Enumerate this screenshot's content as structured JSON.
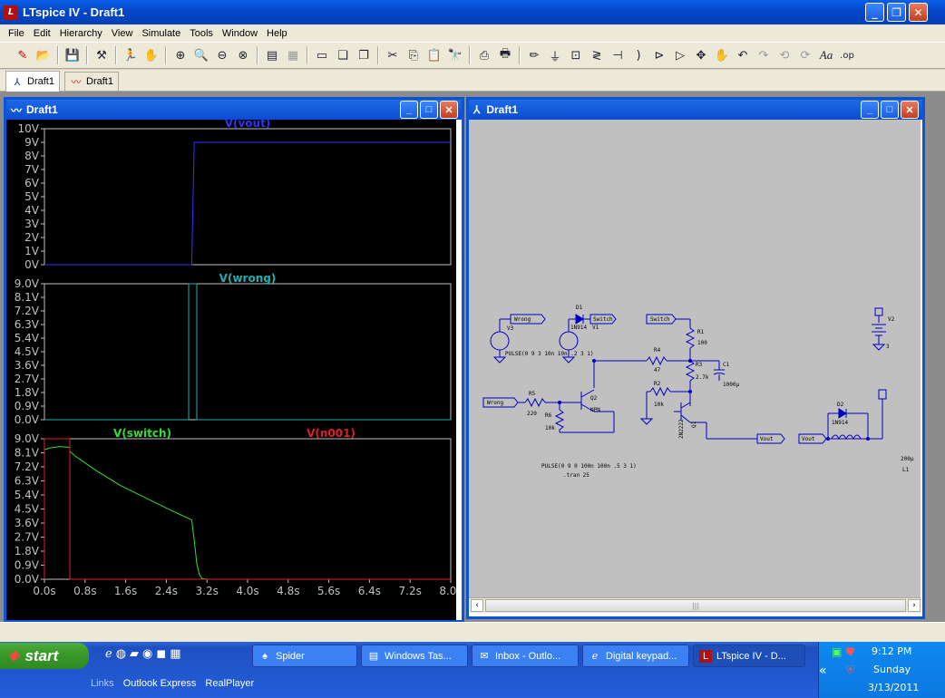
{
  "app": {
    "title": "LTspice IV - Draft1"
  },
  "menu": [
    "File",
    "Edit",
    "Hierarchy",
    "View",
    "Simulate",
    "Tools",
    "Window",
    "Help"
  ],
  "tabs": [
    {
      "label": "Draft1",
      "icon": "schematic-icon"
    },
    {
      "label": "Draft1",
      "icon": "waveform-icon"
    }
  ],
  "plot_window": {
    "title": "Draft1"
  },
  "schematic_window": {
    "title": "Draft1"
  },
  "chart_data": [
    {
      "type": "line",
      "title": "V(vout)",
      "xlim": [
        0,
        8
      ],
      "ylim": [
        0,
        10
      ],
      "yticks": [
        "10V",
        "9V",
        "8V",
        "7V",
        "6V",
        "5V",
        "4V",
        "3V",
        "2V",
        "1V",
        "0V"
      ],
      "series": [
        {
          "name": "V(vout)",
          "color": "#3030ff",
          "x": [
            0,
            2.9,
            2.95,
            8
          ],
          "y": [
            0,
            0,
            9,
            9
          ]
        }
      ]
    },
    {
      "type": "line",
      "title": "V(wrong)",
      "xlim": [
        0,
        8
      ],
      "ylim": [
        0,
        9
      ],
      "yticks": [
        "9.0V",
        "8.1V",
        "7.2V",
        "6.3V",
        "5.4V",
        "4.5V",
        "3.6V",
        "2.7V",
        "1.8V",
        "0.9V",
        "0.0V"
      ],
      "series": [
        {
          "name": "V(wrong)",
          "color": "#20b0b0",
          "x": [
            0,
            2.84,
            2.84,
            3.0,
            3.0,
            8
          ],
          "y": [
            0,
            0,
            9,
            9,
            0,
            0
          ]
        }
      ]
    },
    {
      "type": "line",
      "xlim": [
        0,
        8
      ],
      "ylim": [
        0,
        9
      ],
      "yticks": [
        "9.0V",
        "8.1V",
        "7.2V",
        "6.3V",
        "5.4V",
        "4.5V",
        "3.6V",
        "2.7V",
        "1.8V",
        "0.9V",
        "0.0V"
      ],
      "xticks": [
        "0.0s",
        "0.8s",
        "1.6s",
        "2.4s",
        "3.2s",
        "4.0s",
        "4.8s",
        "5.6s",
        "6.4s",
        "7.2s",
        "8.0s"
      ],
      "series": [
        {
          "name": "V(switch)",
          "color": "#30e030",
          "x": [
            0,
            0.1,
            0.3,
            0.5,
            0.5,
            0.6,
            1.0,
            1.5,
            2.0,
            2.5,
            2.9,
            2.95,
            3.0,
            3.05,
            3.1,
            3.2,
            4,
            8
          ],
          "y": [
            8.3,
            8.4,
            8.5,
            8.45,
            8.2,
            7.9,
            7.0,
            6.0,
            5.2,
            4.4,
            3.8,
            2.5,
            1.0,
            0.3,
            0.05,
            0,
            0,
            0
          ]
        },
        {
          "name": "V(n001)",
          "color": "#e02020",
          "x": [
            0,
            0,
            0.5,
            0.5,
            8
          ],
          "y": [
            0,
            9,
            9,
            0,
            0
          ]
        }
      ]
    }
  ],
  "schematic": {
    "labels": {
      "wrong1": "Wrong",
      "v3": "V3",
      "d1": "D1",
      "d1model": "1N914",
      "v1": "V1",
      "switch1": "Switch",
      "switch2": "Switch",
      "r1": "R1",
      "r1val": "100",
      "r4": "R4",
      "r4val": "47",
      "r3": "R3",
      "r3val": "2.7k",
      "c1": "C1",
      "c1val": "1000µ",
      "r2": "R2",
      "r2val": "10k",
      "q2": "Q2",
      "q2model": "NPN",
      "r5": "R5",
      "r5val": "220",
      "r6": "R6",
      "r6val": "10k",
      "wrong2": "Wrong",
      "q1": "Q1",
      "q1model": "2N2222",
      "vout1": "Vout",
      "vout2": "Vout",
      "d2": "D2",
      "d2model": "1N914",
      "v2": "V2",
      "v2val": "3",
      "l1val": "200µ",
      "l1": "L1",
      "pulse1": "PULSE(0 9 3 10n 10n .2 3 1)",
      "pulse2": "PULSE(0 9 0 100n 100n .5 3 1)",
      "tran": ".tran 25"
    }
  },
  "taskbar": {
    "start": "start",
    "tasks": [
      "Spider",
      "Windows Tas...",
      "Inbox - Outlo...",
      "Digital keypad...",
      "LTspice IV - D..."
    ],
    "quick": [
      "Links",
      "Outlook Express",
      "RealPlayer"
    ],
    "time": "9:12 PM",
    "day": "Sunday",
    "date": "3/13/2011"
  }
}
